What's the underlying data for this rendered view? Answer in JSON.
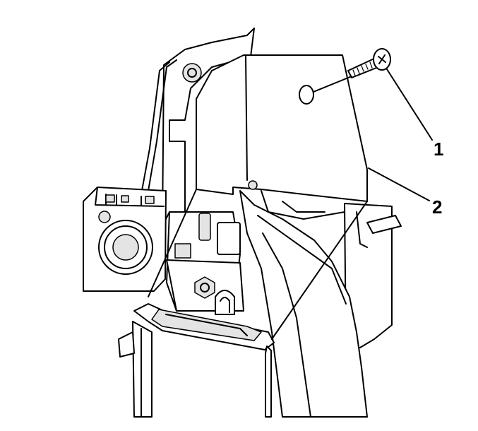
{
  "diagram": {
    "callouts": [
      {
        "id": "1",
        "label": "1",
        "part": "screw"
      },
      {
        "id": "2",
        "label": "2",
        "part": "panel"
      }
    ]
  }
}
